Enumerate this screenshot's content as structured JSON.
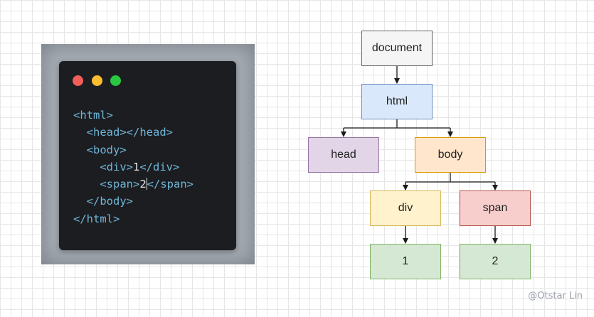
{
  "code_window": {
    "lines": [
      {
        "before": "<html>",
        "text": "",
        "after": "",
        "cursor": false
      },
      {
        "before": "  <head></head>",
        "text": "",
        "after": "",
        "cursor": false
      },
      {
        "before": "  <body>",
        "text": "",
        "after": "",
        "cursor": false
      },
      {
        "before": "    <div>",
        "text": "1",
        "after": "</div>",
        "cursor": false
      },
      {
        "before": "    <span>",
        "text": "2",
        "after": "</span>",
        "cursor": true
      },
      {
        "before": "  </body>",
        "text": "",
        "after": "",
        "cursor": false
      },
      {
        "before": "</html>",
        "text": "",
        "after": "",
        "cursor": false
      }
    ]
  },
  "tree": {
    "nodes": {
      "document": "document",
      "html": "html",
      "head": "head",
      "body": "body",
      "div": "div",
      "span": "span",
      "text1": "1",
      "text2": "2"
    },
    "colors": {
      "connector": "#1a1a1a"
    }
  },
  "watermark": "@Otstar Lin"
}
